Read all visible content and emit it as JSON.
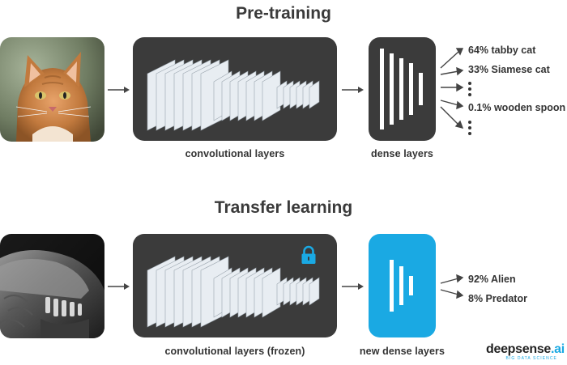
{
  "pretraining": {
    "title": "Pre-training",
    "conv_caption": "convolutional layers",
    "dense_caption": "dense layers",
    "predictions": [
      "64% tabby cat",
      "33% Siamese cat",
      "0.1% wooden spoon"
    ]
  },
  "transfer": {
    "title": "Transfer learning",
    "conv_caption": "convolutional layers (frozen)",
    "dense_caption": "new dense layers",
    "predictions": [
      "92% Alien",
      "8% Predator"
    ]
  },
  "brand": {
    "name_main": "deepsense",
    "name_suffix": ".ai",
    "tagline": "BIG DATA SCIENCE"
  },
  "colors": {
    "panel_dark": "#3b3b3b",
    "panel_blue": "#1aa9e3",
    "layer_fill": "#e8edf2",
    "text": "#333333"
  },
  "icons": {
    "lock": "lock-icon",
    "arrow": "arrow-right-icon"
  }
}
